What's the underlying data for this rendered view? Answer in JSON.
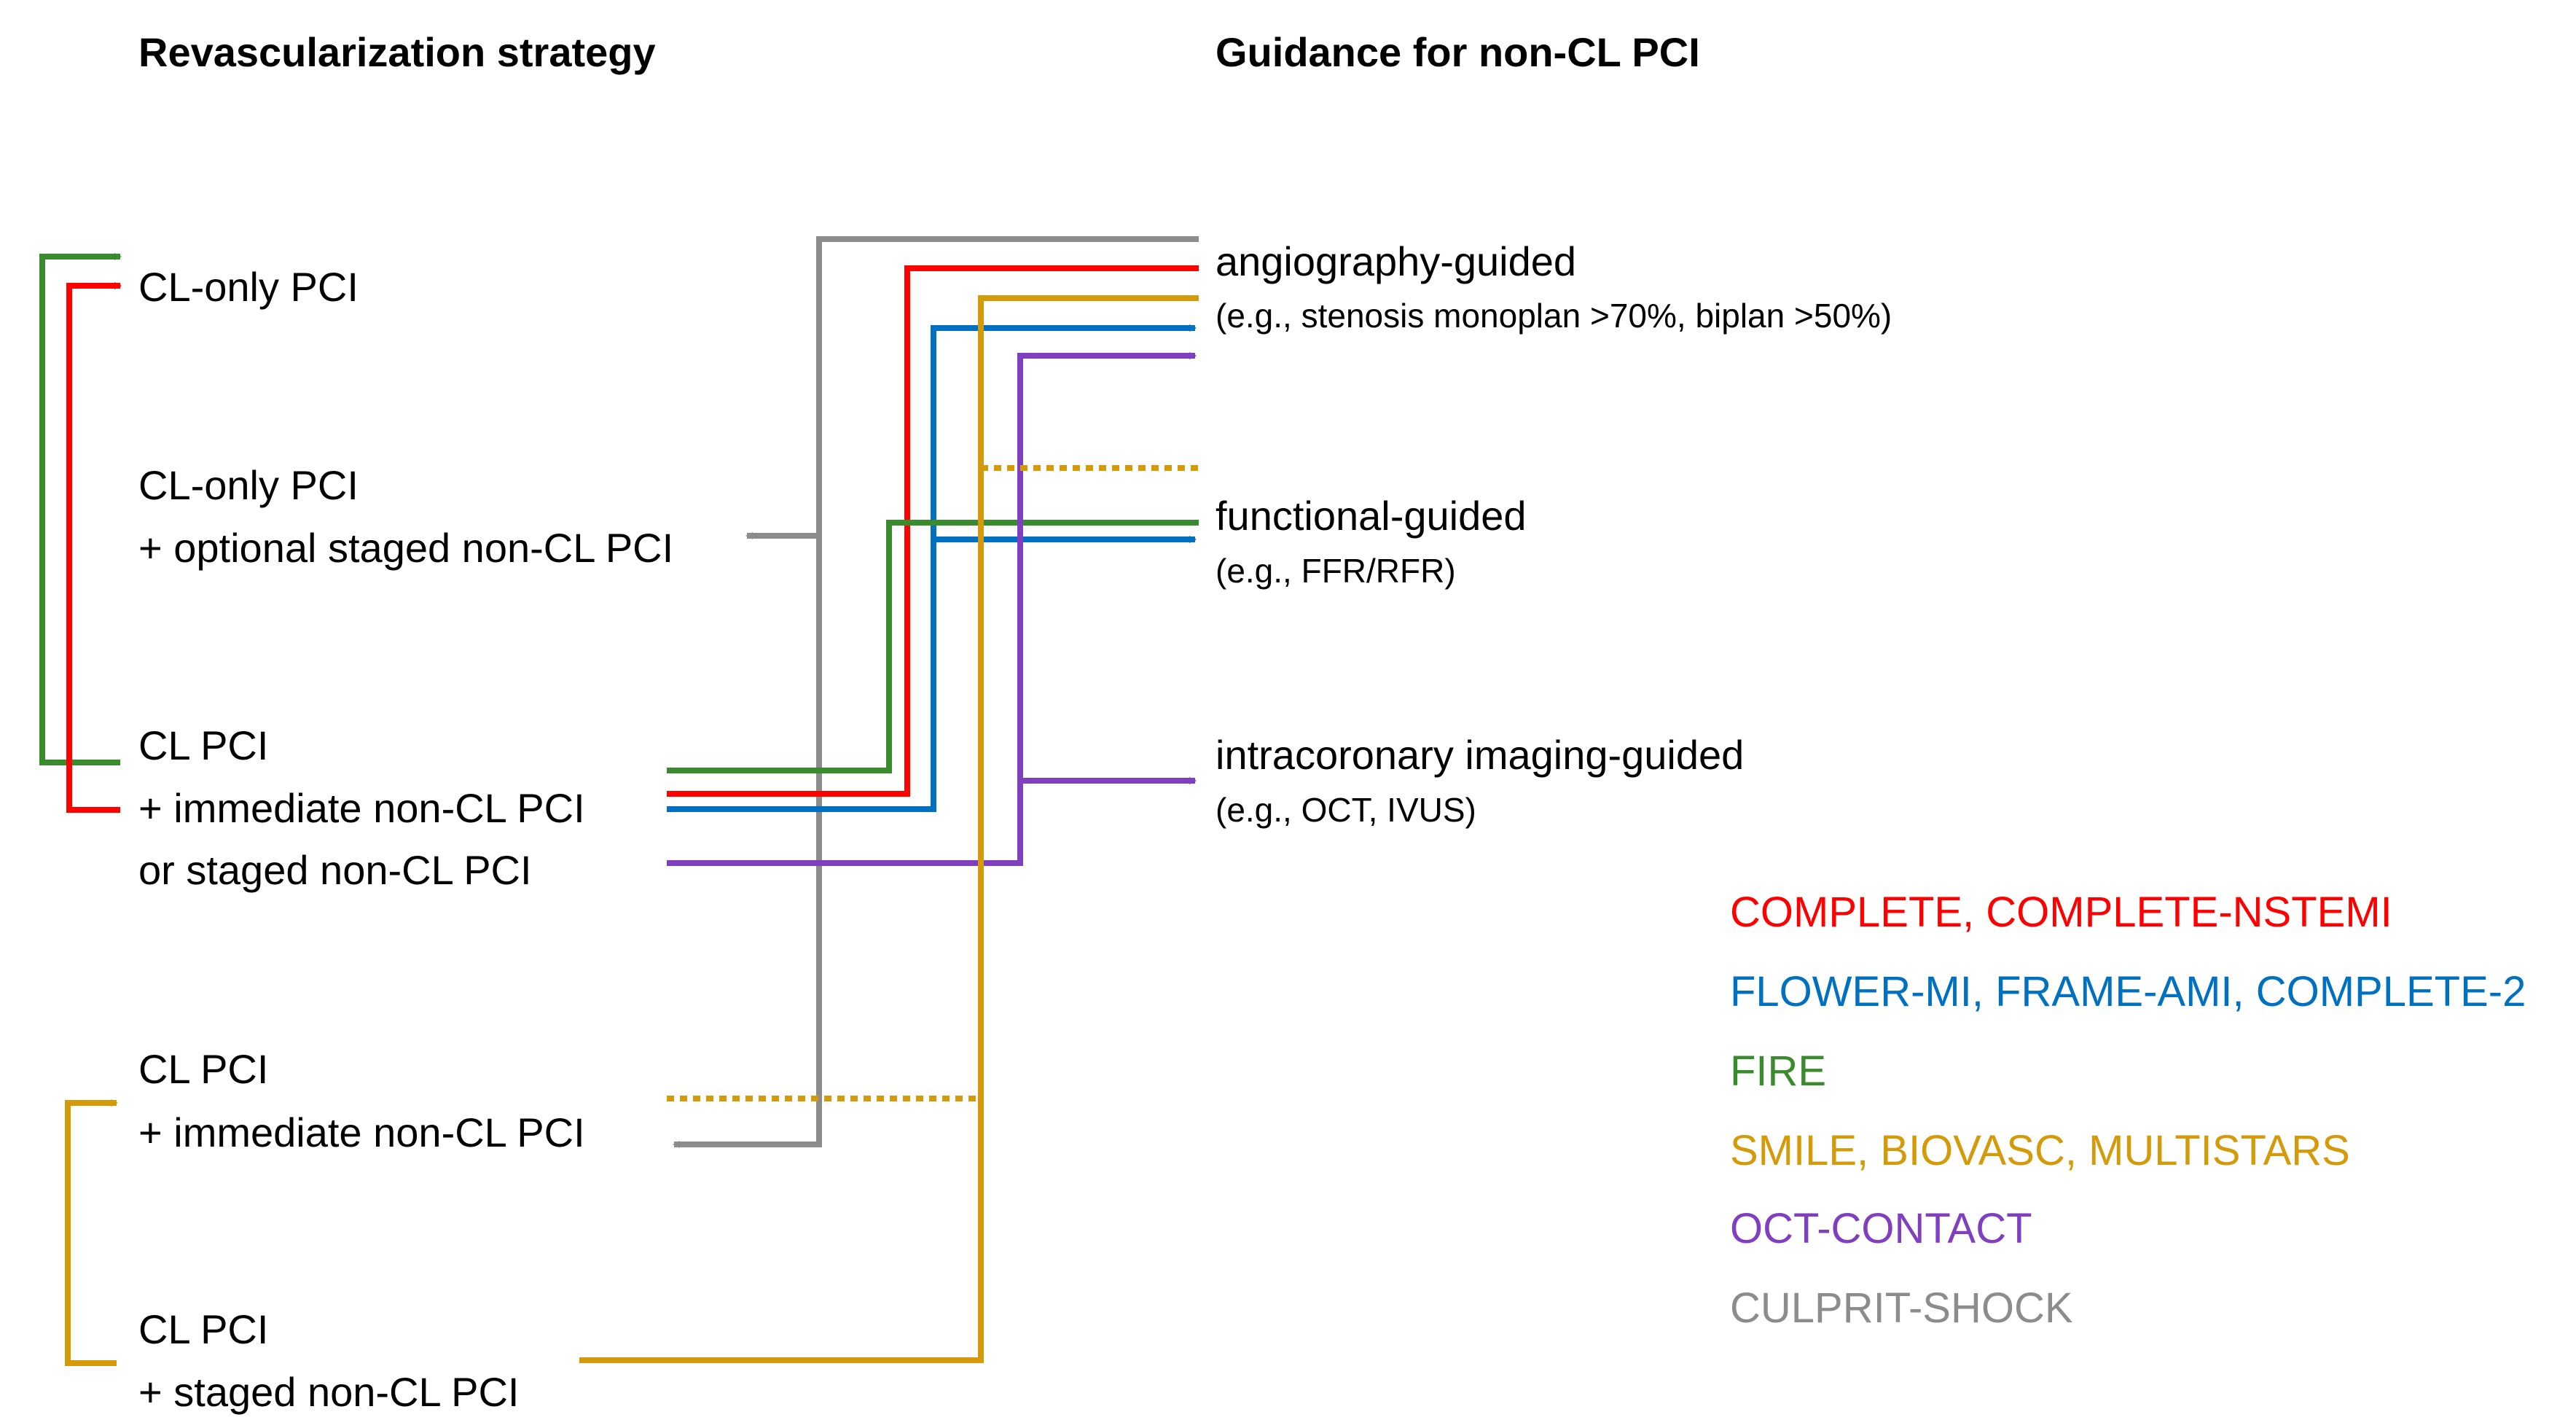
{
  "headers": {
    "left": "Revascularization strategy",
    "right": "Guidance for non-CL PCI"
  },
  "strategies": [
    {
      "lines": [
        "CL-only PCI"
      ]
    },
    {
      "lines": [
        "CL-only PCI",
        "+ optional staged non-CL PCI"
      ]
    },
    {
      "lines": [
        "CL PCI",
        "+ immediate non-CL PCI",
        "or staged non-CL PCI"
      ]
    },
    {
      "lines": [
        "CL PCI",
        "+ immediate non-CL PCI"
      ]
    },
    {
      "lines": [
        "CL PCI",
        "+ staged non-CL PCI"
      ]
    }
  ],
  "guidance": [
    {
      "title": "angiography-guided",
      "note": "(e.g., stenosis monoplan >70%, biplan >50%)"
    },
    {
      "title": "functional-guided",
      "note": "(e.g., FFR/RFR)"
    },
    {
      "title": "intracoronary imaging-guided",
      "note": "(e.g., OCT, IVUS)"
    }
  ],
  "legend": [
    {
      "label": "COMPLETE, COMPLETE-NSTEMI",
      "color": "#ff0000"
    },
    {
      "label": "FLOWER-MI, FRAME-AMI, COMPLETE-2",
      "color": "#0070c0"
    },
    {
      "label": "FIRE",
      "color": "#3a8a2e"
    },
    {
      "label": "SMILE, BIOVASC, MULTISTARS",
      "color": "#d49a0a"
    },
    {
      "label": "OCT-CONTACT",
      "color": "#7f3fbf"
    },
    {
      "label": "CULPRIT-SHOCK",
      "color": "#8c8c8c"
    }
  ]
}
